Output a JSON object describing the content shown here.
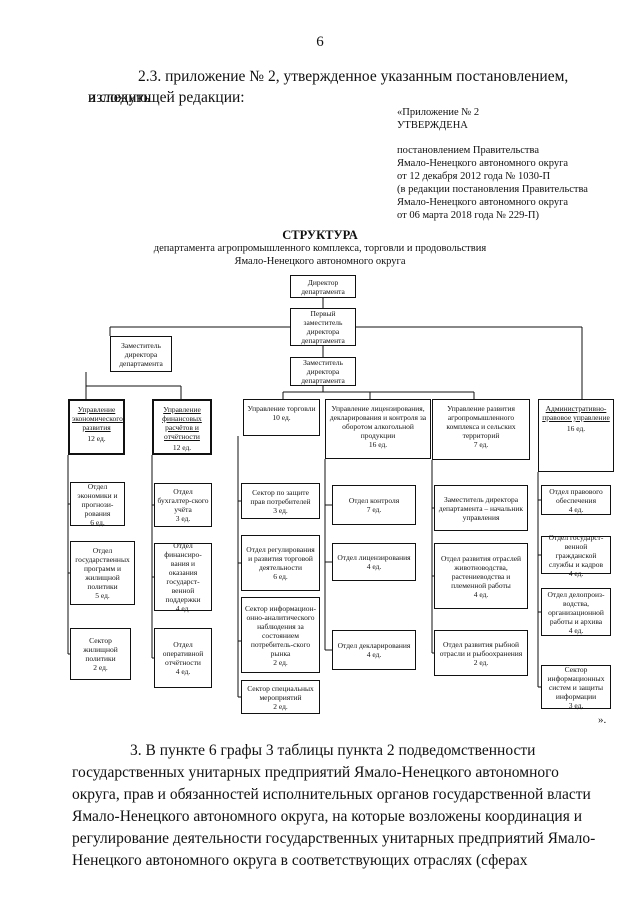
{
  "page_number": "6",
  "paragraph_2_3": {
    "line1": "2.3. приложение № 2, утвержденное указанным постановлением, изложить",
    "line2": "в следующей редакции:"
  },
  "stamp": {
    "line1": "«Приложение № 2",
    "line2": "УТВЕРЖДЕНА",
    "line3": "постановлением Правительства",
    "line4": "Ямало-Ненецкого автономного округа",
    "line5": "от 12 декабря 2012 года № 1030-П",
    "line6": "(в редакции постановления Правительства",
    "line7": "Ямало-Ненецкого автономного округа",
    "line8": "от 06 марта  2018  года № 229-П)"
  },
  "structure": {
    "title": "СТРУКТУРА",
    "subtitle1": "департамента агропромышленного комплекса, торговли и продовольствия",
    "subtitle2": "Ямало-Ненецкого автономного округа"
  },
  "org": {
    "director": "Директор департамента",
    "first_deputy": "Первый заместитель директора департамента",
    "deputy_left": "Заместитель директора департамента",
    "deputy_mid": "Заместитель директора департамента",
    "col1_head": "Управление экономического развития",
    "col1_count": "12 ед.",
    "col1_u1": "Отдел экономики и прогнози-рования",
    "col1_u1c": "6 ед.",
    "col1_u2": "Отдел государственных программ и жилищной политики",
    "col1_u2c": "5 ед.",
    "col1_u3": "Сектор жилищной политики",
    "col1_u3c": "2 ед.",
    "col2_head": "Управление финансовых расчётов и отчётности",
    "col2_count": "12 ед.",
    "col2_u1": "Отдел бухгалтер-ского учёта",
    "col2_u1c": "3 ед.",
    "col2_u2": "Отдел финансиро-вания и оказания государст-венной поддержки",
    "col2_u2c": "4 ед.",
    "col2_u3": "Отдел оперативной отчётности",
    "col2_u3c": "4 ед.",
    "col3_head": "Управление торговли",
    "col3_count": "10 ед.",
    "col3_u1": "Сектор по защите прав потребителей",
    "col3_u1c": "3 ед.",
    "col3_u2": "Отдел регулирования и развития торговой деятельности",
    "col3_u2c": "6 ед.",
    "col3_u3": "Сектор информацион-онно-аналитического наблюдения за состоянием потребитель-ского рынка",
    "col3_u3c": "2 ед.",
    "col3_u4": "Сектор специальных мероприятий",
    "col3_u4c": "2 ед.",
    "col4_head": "Управление лицензирования, декларирования и контроля за оборотом алкогольной продукции",
    "col4_count": "16 ед.",
    "col4_u1": "Отдел контроля",
    "col4_u1c": "7 ед.",
    "col4_u2": "Отдел лицензирования",
    "col4_u2c": "4 ед.",
    "col4_u3": "Отдел декларирования",
    "col4_u3c": "4 ед.",
    "col5_head": "Управление развития агропромышленного комплекса и сельских территорий",
    "col5_count": "7 ед.",
    "col5_u1": "Заместитель директора департамента – начальник управления",
    "col5_u2": "Отдел развития отраслей животноводства, растениеводства и племенной работы",
    "col5_u2c": "4 ед.",
    "col5_u3": "Отдел развития рыбной отрасли и рыбоохранения",
    "col5_u3c": "2 ед.",
    "col6_head": "Административно-правовое управление",
    "col6_count": "16 ед.",
    "col6_u1": "Отдел правового обеспечения",
    "col6_u1c": "4 ед.",
    "col6_u2": "Отдел государст-венной гражданской службы и кадров",
    "col6_u2c": "4 ед.",
    "col6_u3": "Отдел делопроиз-водства, организационной работы и архива",
    "col6_u3c": "4 ед.",
    "col6_u4": "Сектор информационных систем и защиты информации",
    "col6_u4c": "3 ед."
  },
  "closing_mark": "».",
  "paragraph_3": {
    "line1": "3. В   пункте   6   графы   3   таблицы   пункта   2   подведомственности",
    "line2": "государственных   унитарных   предприятий   Ямало-Ненецкого   автономного",
    "line3": "округа, прав и обязанностей исполнительных органов государственной власти",
    "line4": "Ямало-Ненецкого автономного округа, на которые возложены координация и",
    "line5": "регулирование деятельности государственных унитарных предприятий Ямало-",
    "line6": "Ненецкого   автономного   округа   в   соответствующих   отраслях   (сферах"
  }
}
